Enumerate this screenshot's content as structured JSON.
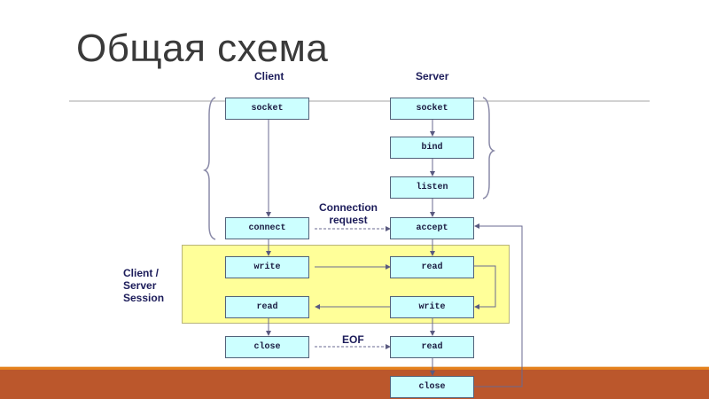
{
  "title": "Общая схема",
  "columns": {
    "client": "Client",
    "server": "Server"
  },
  "session_label": [
    "Client /",
    "Server",
    "Session"
  ],
  "annotations": {
    "connection_request": [
      "Connection",
      "request"
    ],
    "eof": "EOF"
  },
  "client_boxes": [
    "socket",
    "connect",
    "write",
    "read",
    "close"
  ],
  "server_boxes": [
    "socket",
    "bind",
    "listen",
    "accept",
    "read",
    "write",
    "read",
    "close"
  ],
  "colors": {
    "box_fill": "#ccffff",
    "session_fill": "#ffff99",
    "footer": "#bb572c",
    "footer_accent": "#e5821e",
    "label_text": "#1c1c5a"
  }
}
